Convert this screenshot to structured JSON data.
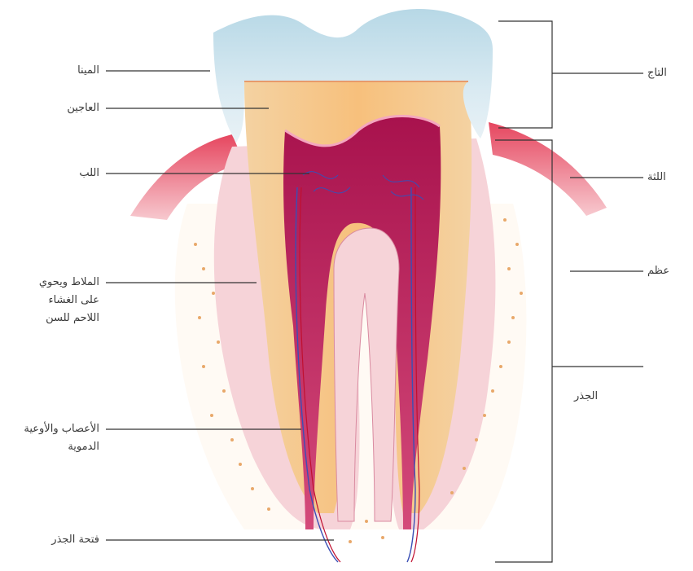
{
  "labels_left": {
    "enamel": "المينا",
    "dentin": "العاجين",
    "pulp": "اللب",
    "cementum": [
      "الملاط ويحوي",
      "على الغشاء",
      "اللاحم للسن"
    ],
    "nerves_vessels": [
      "الأعصاب والأوعية",
      "الدموية"
    ],
    "apex": "فتحة الجذر"
  },
  "labels_right": {
    "crown": "التاج",
    "gum": "اللثة",
    "bone": "عظم",
    "root": "الجذر"
  },
  "colors": {
    "enamel": "#cfe4ee",
    "dentin": "#f2c48e",
    "pulp": "#c2185b",
    "gum": "#ef8a9a",
    "bone_dots": "#e8a86a",
    "leader": "#333333"
  }
}
